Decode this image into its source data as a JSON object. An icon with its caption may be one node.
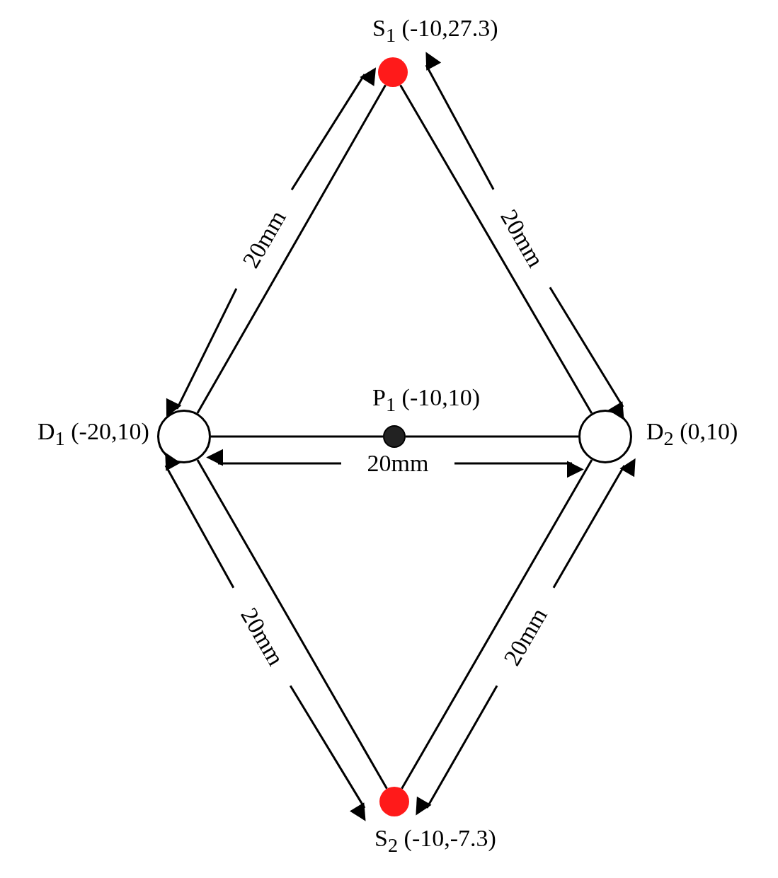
{
  "diagram": {
    "nodes": [
      {
        "text": [
          "S$_{1}$ (-10,27.3)"
        ]
      },
      {
        "text": [
          "D$_{1}$ (-20,10)"
        ]
      },
      {
        "text": [
          "P$_{1}$ (-10,10)"
        ]
      },
      {
        "text": [
          "D$_{2}$ (0,10)"
        ]
      },
      {
        "text": [
          "S$_{2}$ (-10,-7.3)"
        ]
      }
    ],
    "edges": [
      {
        "from": 0,
        "to": 1,
        "arrow": "none"
      },
      {
        "from": 0,
        "to": 3,
        "arrow": "none"
      },
      {
        "from": 1,
        "to": 2,
        "arrow": "none"
      },
      {
        "from": 2,
        "to": 3,
        "arrow": "none"
      },
      {
        "from": 1,
        "to": 4,
        "arrow": "none"
      },
      {
        "from": 3,
        "to": 4,
        "arrow": "none"
      }
    ],
    "labels": [
      "20mm",
      "20mm",
      "20mm",
      "20mm",
      "20mm"
    ]
  }
}
